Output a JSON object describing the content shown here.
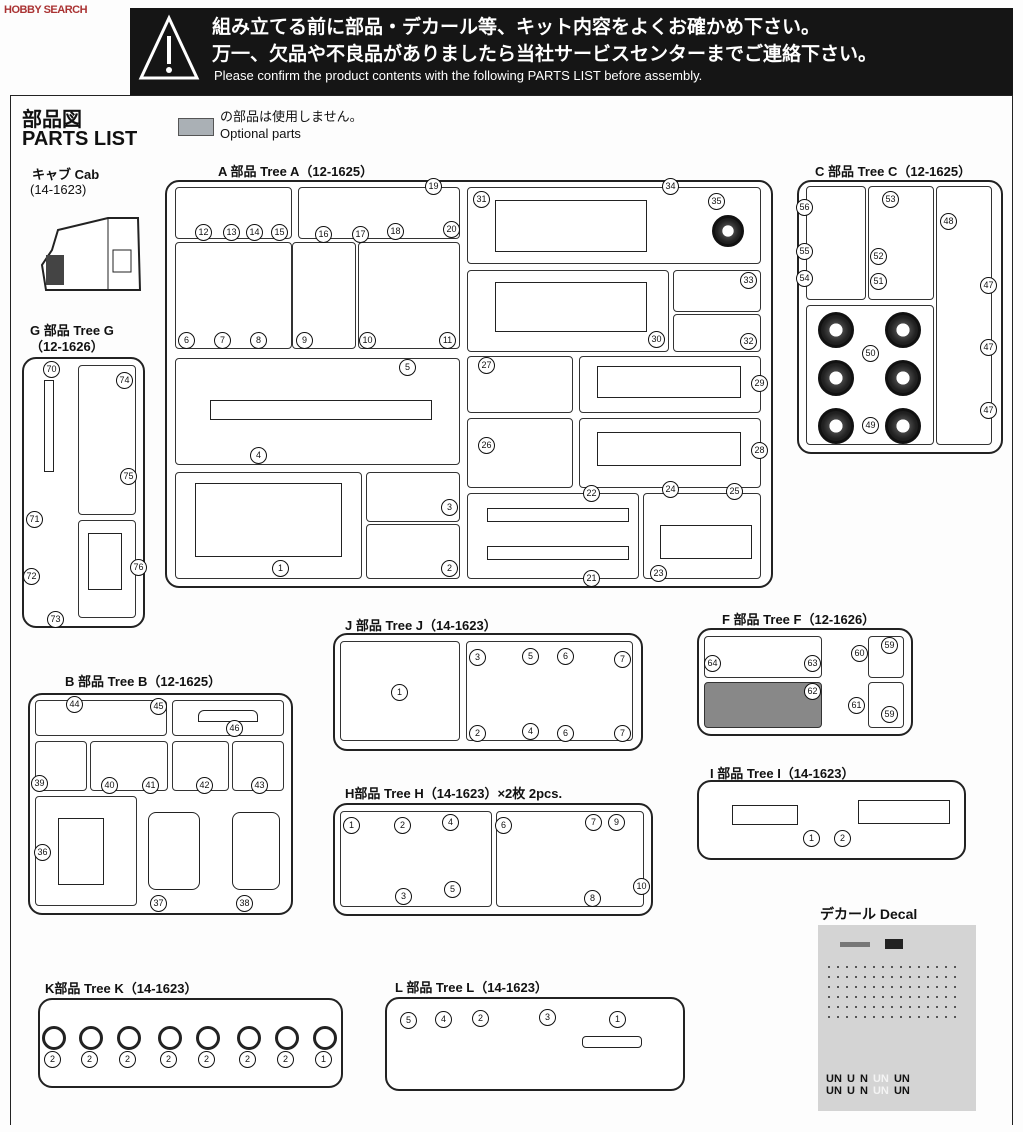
{
  "logo": "HOBBY SEARCH",
  "banner": {
    "line_jp_1": "組み立てる前に部品・デカール等、キット内容をよくお確かめ下さい。",
    "line_jp_2": "万一、欠品や不良品がありましたら当社サービスセンターまでご連絡下さい。",
    "line_en": "Please confirm the product contents with the following PARTS LIST before assembly."
  },
  "heading": {
    "jp": "部品図",
    "en": "PARTS LIST"
  },
  "legend": {
    "jp": "の部品は使用しません。",
    "en": "Optional parts",
    "swatch_color": "#aab0b5"
  },
  "cab": {
    "label": "キャブ Cab",
    "code": "(14-1623)"
  },
  "trees": {
    "A": {
      "title": "A 部品 Tree A（12-1625）",
      "parts": [
        "12",
        "13",
        "14",
        "15",
        "16",
        "17",
        "18",
        "19",
        "20",
        "6",
        "7",
        "8",
        "9",
        "10",
        "11",
        "5",
        "4",
        "1",
        "3",
        "2",
        "31",
        "34",
        "35",
        "33",
        "30",
        "32",
        "27",
        "29",
        "26",
        "28",
        "22",
        "24",
        "25",
        "21",
        "23"
      ]
    },
    "C": {
      "title": "C 部品 Tree C（12-1625）",
      "parts": [
        "56",
        "53",
        "48",
        "55",
        "52",
        "54",
        "51",
        "47",
        "47",
        "47",
        "50",
        "49"
      ]
    },
    "G": {
      "title": "G 部品 Tree G",
      "code": "（12-1626）",
      "parts": [
        "70",
        "74",
        "75",
        "71",
        "76",
        "72",
        "73"
      ]
    },
    "B": {
      "title": "B 部品 Tree B（12-1625）",
      "parts": [
        "44",
        "45",
        "46",
        "39",
        "40",
        "41",
        "42",
        "43",
        "36",
        "37",
        "38"
      ]
    },
    "J": {
      "title": "J 部品 Tree J（14-1623）",
      "parts": [
        "1",
        "3",
        "5",
        "6",
        "7",
        "2",
        "4",
        "6",
        "7"
      ]
    },
    "F": {
      "title": "F 部品 Tree F（12-1626）",
      "parts": [
        "64",
        "63",
        "60",
        "59",
        "62",
        "61",
        "59"
      ]
    },
    "I": {
      "title": "I 部品 Tree I（14-1623）",
      "parts": [
        "1",
        "2"
      ]
    },
    "H": {
      "title": "H部品 Tree H（14-1623）×2枚 2pcs.",
      "parts": [
        "1",
        "2",
        "4",
        "6",
        "7",
        "9",
        "3",
        "5",
        "8",
        "10"
      ]
    },
    "K": {
      "title": "K部品 Tree K（14-1623）",
      "parts": [
        "2",
        "2",
        "2",
        "2",
        "2",
        "2",
        "2",
        "1"
      ]
    },
    "L": {
      "title": "L 部品 Tree L（14-1623）",
      "parts": [
        "5",
        "4",
        "2",
        "3",
        "1"
      ]
    }
  },
  "decal": {
    "title": "デカール Decal",
    "marks": [
      "UN",
      "U",
      "N",
      "UN",
      "UN",
      "UN",
      "U",
      "N",
      "UN",
      "UN"
    ]
  }
}
